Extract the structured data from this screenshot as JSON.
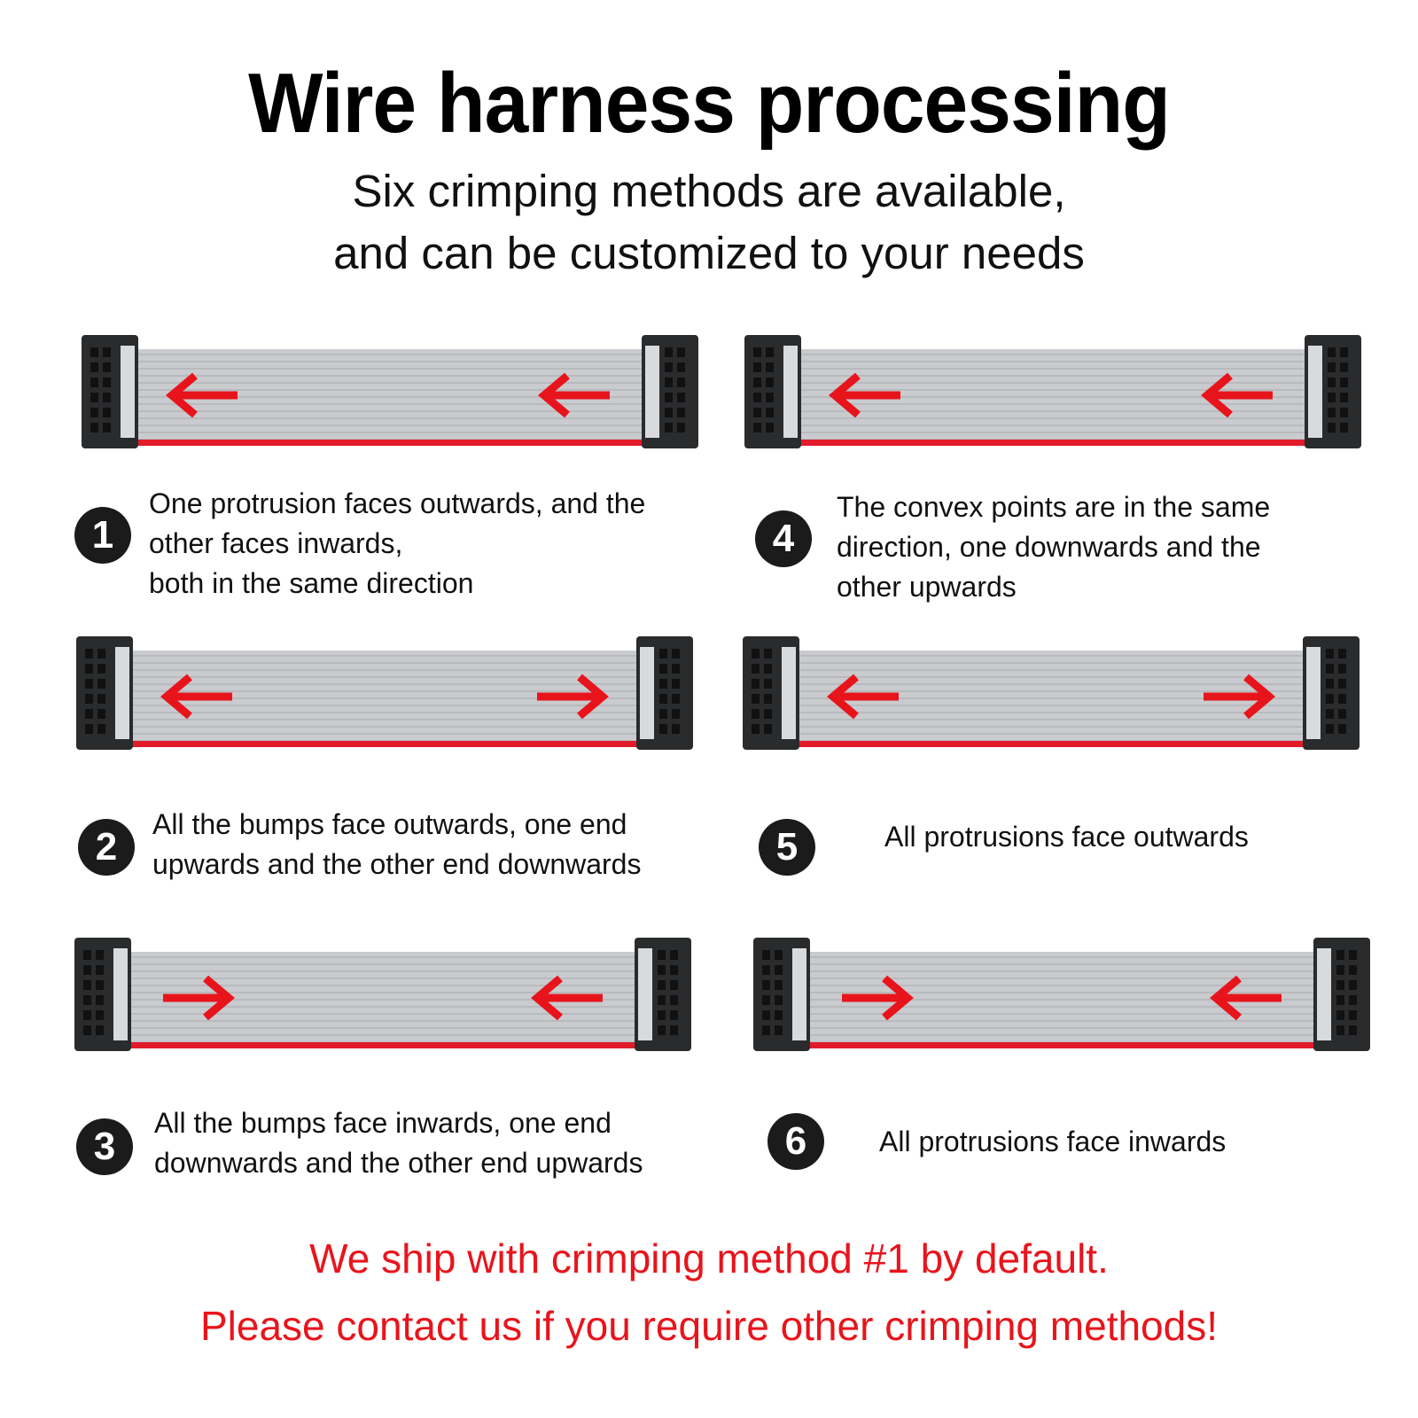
{
  "title": "Wire harness processing",
  "subtitle": [
    "Six crimping methods are available,",
    "and can be customized to your needs"
  ],
  "methods": [
    {
      "number": "1",
      "lines": [
        "One protrusion faces outwards, and the",
        "other faces inwards,",
        "both in the same direction"
      ],
      "arrows": [
        "left",
        "left"
      ]
    },
    {
      "number": "2",
      "lines": [
        "All the bumps face outwards, one end",
        "upwards and the other end downwards"
      ],
      "arrows": [
        "left",
        "right"
      ]
    },
    {
      "number": "3",
      "lines": [
        "All the bumps face inwards, one end",
        "downwards and the other end upwards"
      ],
      "arrows": [
        "right",
        "left"
      ]
    },
    {
      "number": "4",
      "lines": [
        "The convex points are in the same",
        "direction, one downwards and the",
        "other upwards"
      ],
      "arrows": [
        "left",
        "left"
      ]
    },
    {
      "number": "5",
      "lines": [
        "All protrusions face outwards"
      ],
      "arrows": [
        "left",
        "right"
      ]
    },
    {
      "number": "6",
      "lines": [
        "All protrusions face inwards"
      ],
      "arrows": [
        "right",
        "left"
      ]
    }
  ],
  "footer": [
    "We ship with crimping method #1 by default.",
    "Please contact us if you require other crimping methods!"
  ],
  "colors": {
    "arrow": "#e8141c",
    "cable": "#c9cbce",
    "red_stripe": "#e21b2a",
    "connector": "#2a2b2d",
    "badge": "#1b1b1b"
  }
}
